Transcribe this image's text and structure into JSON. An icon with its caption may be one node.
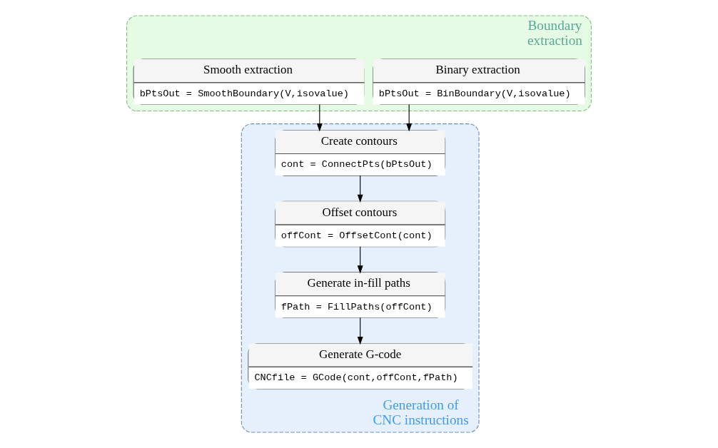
{
  "diagram": {
    "nodes": [
      {
        "text": [
          "Boundary extraction"
        ]
      },
      {
        "text": [
          "Binary extraction",
          "bPtsOut = BinBoundary(V,isovalue)"
        ],
        "in": 0
      },
      {
        "text": [
          "Smooth extraction",
          "bPtsOut = SmoothBoundary(V,isovalue)"
        ],
        "in": 0
      },
      {
        "text": [
          "Generation of CNC instructions"
        ]
      },
      {
        "text": [
          "Create contours",
          "cont = ConnectPts(bPtsOut)"
        ],
        "in": 3
      },
      {
        "text": [
          "Offset contours",
          "offCont = OffsetCont(cont)"
        ],
        "in": 3
      },
      {
        "text": [
          "Generate in-fill paths",
          "fPath = FillPaths(offCont)"
        ],
        "in": 3
      },
      {
        "text": [
          "Generate G-code",
          "CNCfile = GCode(cont,offCont,fPath)"
        ],
        "in": 3
      }
    ],
    "edges": [
      {
        "from": 1,
        "to": 4,
        "arrow": "to"
      },
      {
        "from": 2,
        "to": 4,
        "arrow": "to"
      },
      {
        "from": 4,
        "to": 5,
        "arrow": "to"
      },
      {
        "from": 5,
        "to": 6,
        "arrow": "to"
      },
      {
        "from": 6,
        "to": 7,
        "arrow": "to"
      }
    ]
  }
}
